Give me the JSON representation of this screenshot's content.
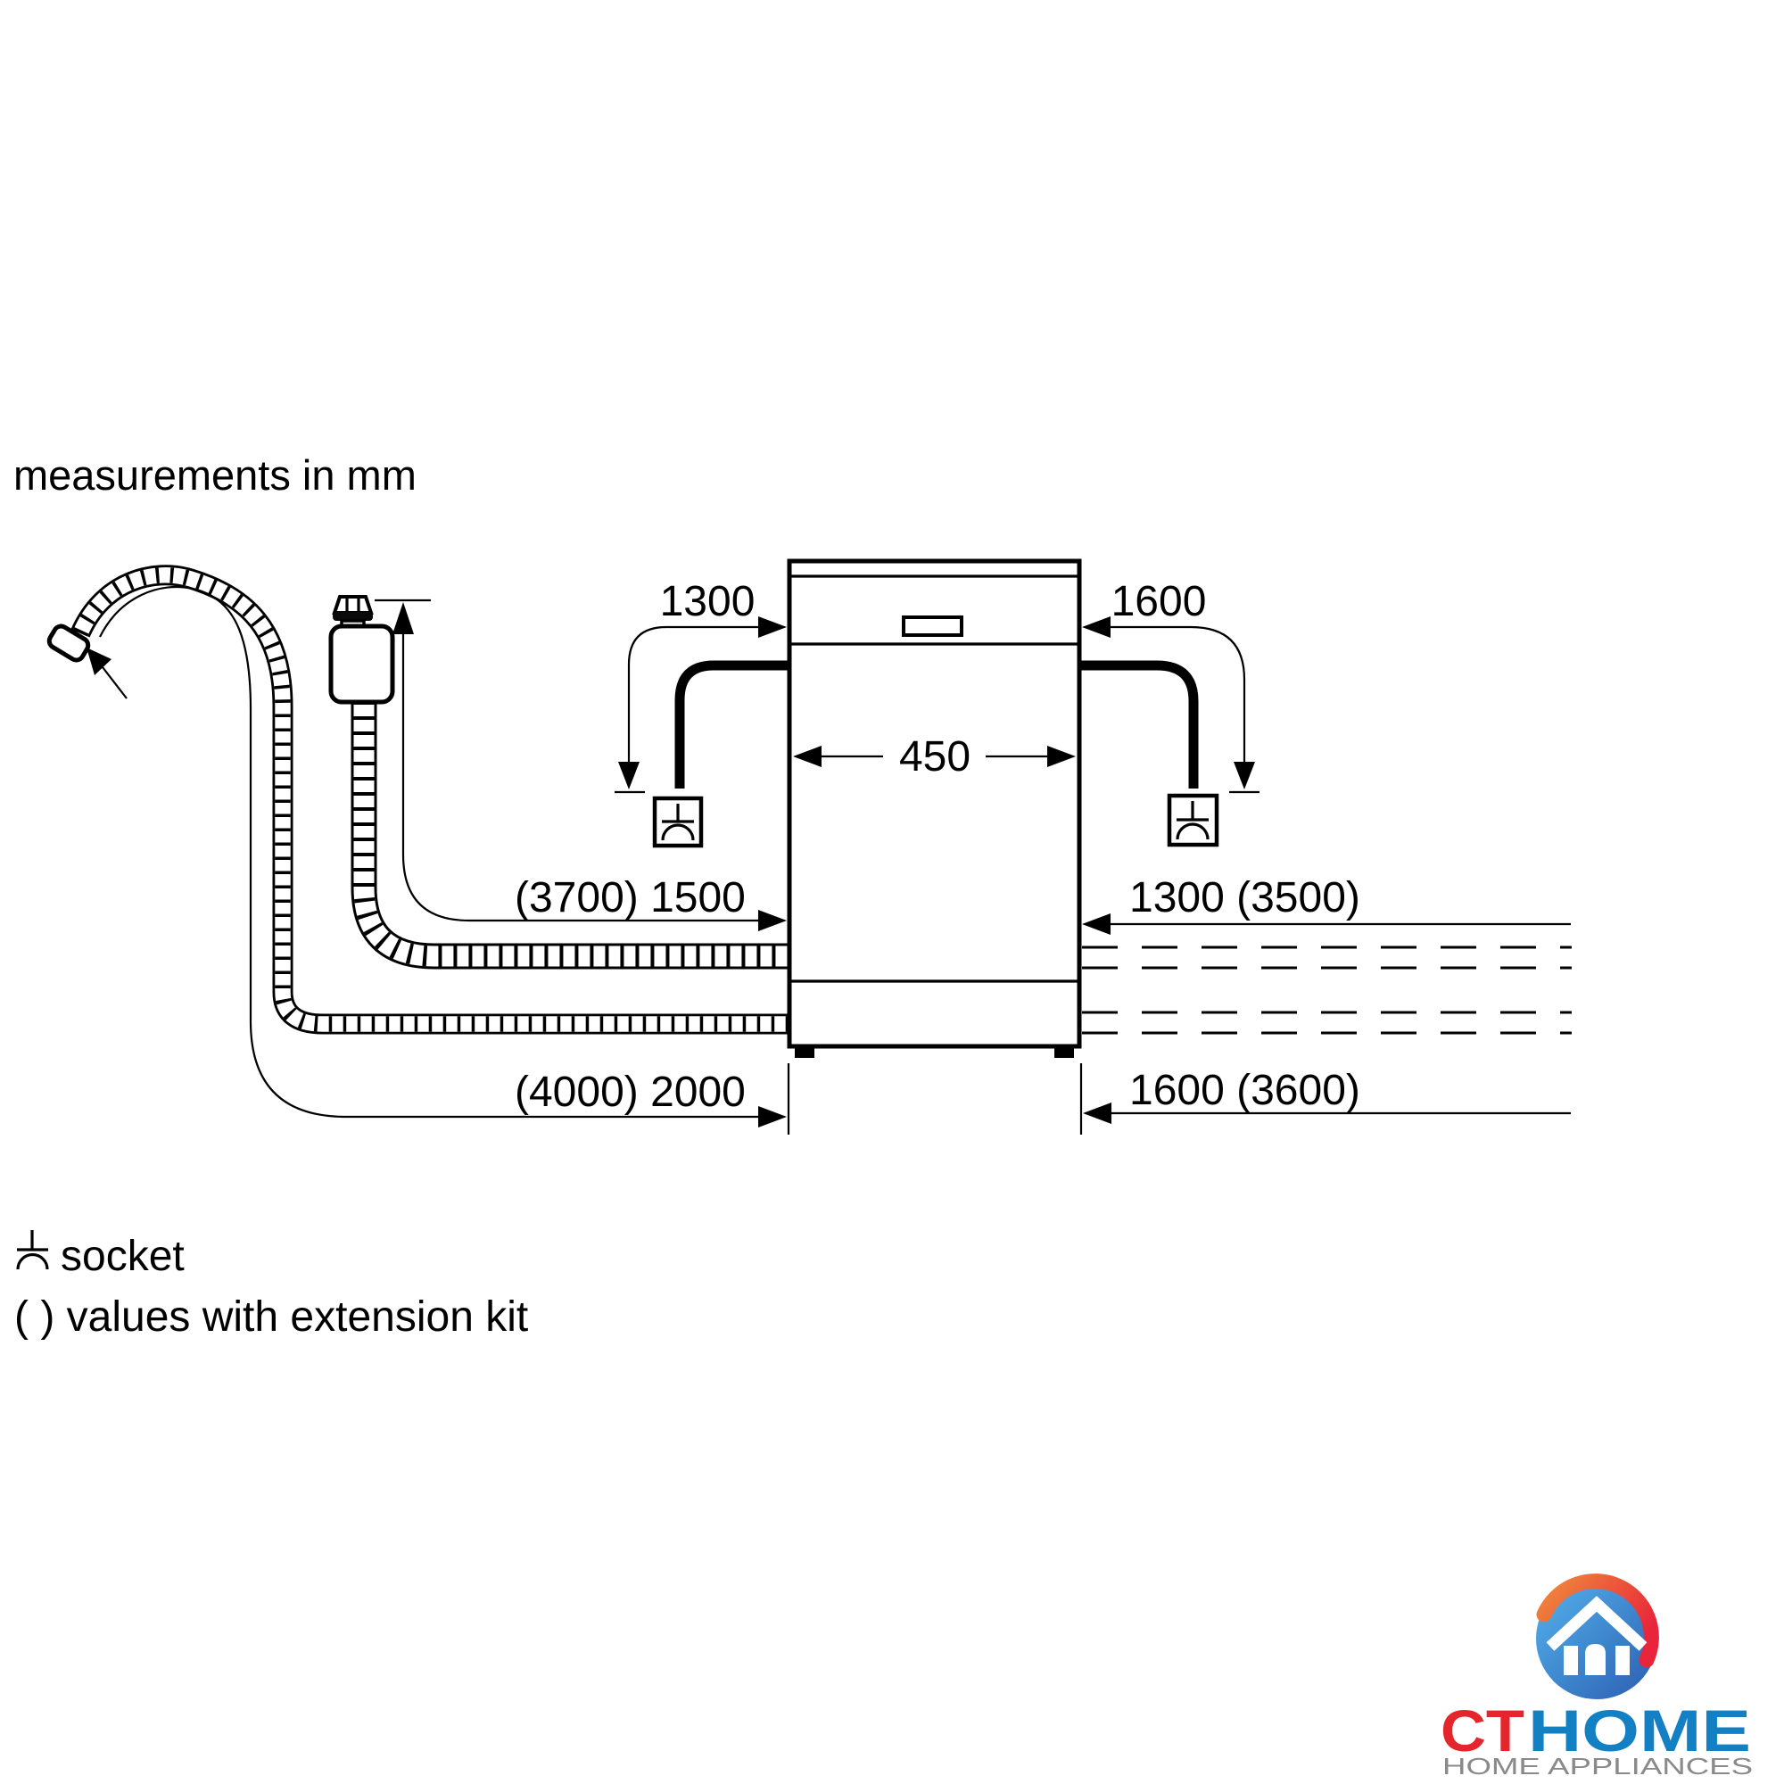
{
  "title_note": "measurements in mm",
  "dimensions": {
    "cord_left": "1300",
    "cord_right": "1600",
    "appliance_width": "450",
    "supply_hose_left": "(3700) 1500",
    "drain_hose_left": "(4000) 2000",
    "supply_hose_right": "1300 (3500)",
    "drain_hose_right": "1600 (3600)"
  },
  "legend": {
    "socket": "socket",
    "extension": "( ) values with extension kit"
  },
  "logo": {
    "brand_primary": "CT",
    "brand_secondary": "HOME",
    "tagline": "HOME APPLIANCES"
  },
  "colors": {
    "line": "#000000",
    "brand_red": "#e4252b",
    "brand_blue": "#1380c4",
    "tagline_gray": "#8a8a8a",
    "logo_orange": "#f08a3c",
    "logo_red": "#e8253a",
    "logo_blue_light": "#55b5ee",
    "logo_blue_dark": "#2a5cb0"
  }
}
